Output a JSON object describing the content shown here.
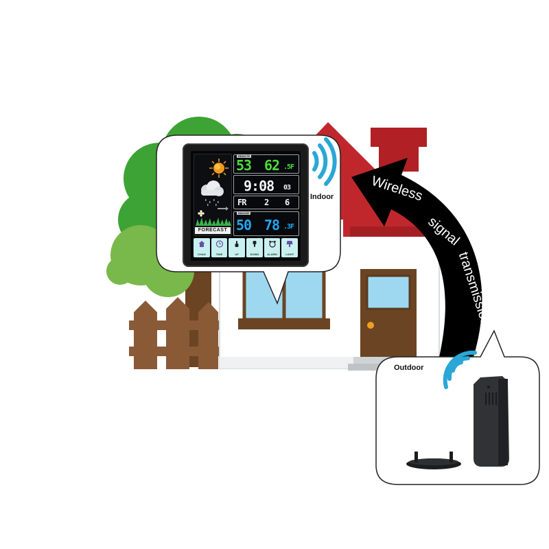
{
  "labels": {
    "indoor": "Indoor",
    "outdoor": "Outdoor",
    "arrow_words": [
      "Wireless",
      "signal",
      "transmission"
    ]
  },
  "display": {
    "remote_label": "REMOTE",
    "indoor_label": "INDOOR",
    "forecast_label": "FORECAST",
    "remote_humidity": "53",
    "remote_temp": "62",
    "remote_temp_unit": ".5F",
    "time": "9:08",
    "seconds": "03",
    "day": "FR",
    "month": "2",
    "date": "6",
    "indoor_humidity": "50",
    "indoor_temp": "78",
    "indoor_temp_unit": ".3F",
    "buttons": [
      "CHAN",
      "TIME",
      "UP",
      "DOWN",
      "ALARM",
      "LIGHT"
    ]
  },
  "colors": {
    "roof": "#c0272d",
    "chimney": "#b02024",
    "tree": "#3ea335",
    "tree_light": "#79b84a",
    "wood": "#8a5a36",
    "door": "#6b4423",
    "window": "#9ed8f0",
    "wifi": "#2aa7d6",
    "arrow": "#000000",
    "remote_digits": "#4ddc3a",
    "indoor_digits": "#22a7f0"
  }
}
